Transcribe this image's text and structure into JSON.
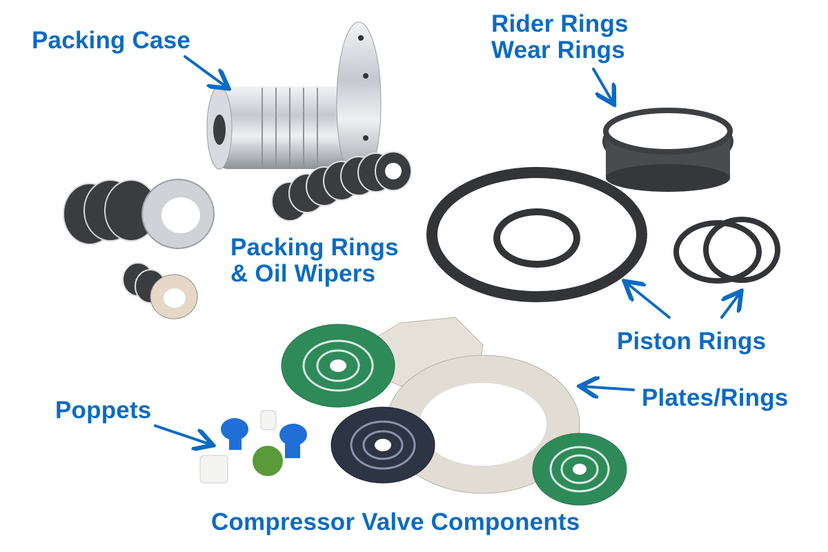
{
  "colors": {
    "label_blue": "#0b6bc2",
    "background": "#ffffff",
    "steel": "#c9ccd1",
    "dark_ring": "#3a3b3e",
    "green_plate": "#2f8a5a",
    "beige_plate": "#e6e1d8",
    "navy_plate": "#2d3444",
    "poppet_blue": "#1f6fd6",
    "poppet_white": "#f4f4f2",
    "poppet_green": "#5a9a3a"
  },
  "labels": {
    "packing_case": "Packing Case",
    "rider_rings_line1": "Rider Rings",
    "rider_rings_line2": "Wear Rings",
    "packing_rings_line1": "Packing Rings",
    "packing_rings_line2": "& Oil Wipers",
    "piston_rings": "Piston Rings",
    "plates_rings": "Plates/Rings",
    "poppets": "Poppets",
    "compressor_valve_components": "Compressor Valve Components"
  }
}
